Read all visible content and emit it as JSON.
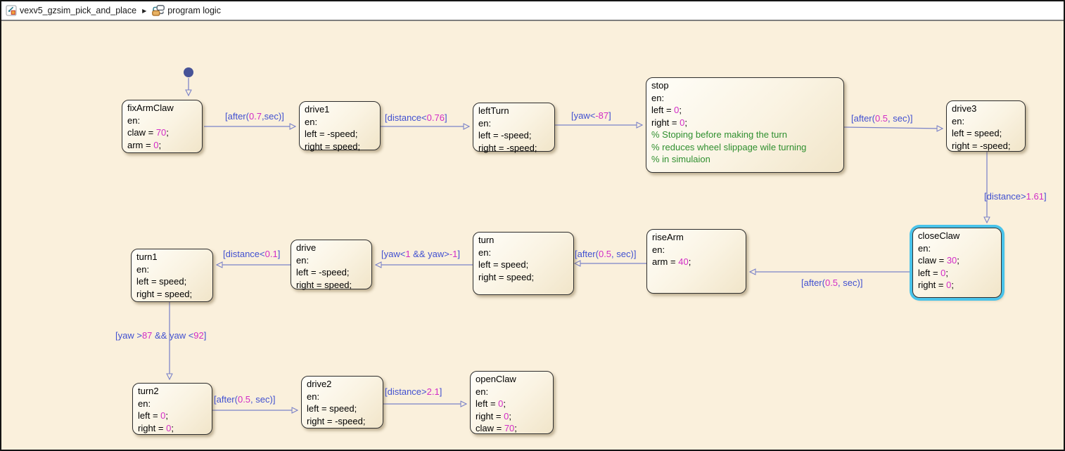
{
  "breadcrumb": {
    "model": "vexv5_gzsim_pick_and_place",
    "chart": "program logic"
  },
  "colors": {
    "canvas_background": "#faf0dc",
    "keyword_blue": "#4150d0",
    "number_magenta": "#d22cc6",
    "comment_green": "#2f8f2f",
    "transition_line": "#7a82c8",
    "selection_cyan": "#49c3ea",
    "initial_dot": "#475397"
  },
  "states": [
    {
      "id": "fixArmClaw",
      "title": "fixArmClaw",
      "selected": false,
      "lines": [
        [
          [
            "en:",
            ""
          ]
        ],
        [
          [
            "claw = ",
            ""
          ],
          [
            "70",
            "num"
          ],
          [
            ";",
            ""
          ]
        ],
        [
          [
            "arm = ",
            ""
          ],
          [
            "0",
            "num"
          ],
          [
            ";",
            ""
          ]
        ]
      ]
    },
    {
      "id": "drive1",
      "title": "drive1",
      "selected": false,
      "lines": [
        [
          [
            "en:",
            ""
          ]
        ],
        [
          [
            "left = -speed;",
            ""
          ]
        ],
        [
          [
            "right = speed;",
            ""
          ]
        ]
      ]
    },
    {
      "id": "leftTurn",
      "title": "leftTurn",
      "selected": false,
      "lines": [
        [
          [
            "en:",
            ""
          ]
        ],
        [
          [
            "left = -speed;",
            ""
          ]
        ],
        [
          [
            "right = -speed;",
            ""
          ]
        ]
      ]
    },
    {
      "id": "stop",
      "title": "stop",
      "selected": false,
      "lines": [
        [
          [
            "en:",
            ""
          ]
        ],
        [
          [
            "left = ",
            ""
          ],
          [
            "0",
            "num"
          ],
          [
            ";",
            ""
          ]
        ],
        [
          [
            "right = ",
            ""
          ],
          [
            "0",
            "num"
          ],
          [
            ";",
            ""
          ]
        ],
        [
          [
            "% Stoping before making the turn",
            "cmt"
          ]
        ],
        [
          [
            "%  reduces wheel slippage wile turning",
            "cmt"
          ]
        ],
        [
          [
            "%  in simulaion",
            "cmt"
          ]
        ]
      ]
    },
    {
      "id": "drive3",
      "title": "drive3",
      "selected": false,
      "lines": [
        [
          [
            "en:",
            ""
          ]
        ],
        [
          [
            "left = speed;",
            ""
          ]
        ],
        [
          [
            "right = -speed;",
            ""
          ]
        ]
      ]
    },
    {
      "id": "closeClaw",
      "title": "closeClaw",
      "selected": true,
      "lines": [
        [
          [
            "en:",
            ""
          ]
        ],
        [
          [
            "claw = ",
            ""
          ],
          [
            "30",
            "num"
          ],
          [
            ";",
            ""
          ]
        ],
        [
          [
            "left = ",
            ""
          ],
          [
            "0",
            "num"
          ],
          [
            ";",
            ""
          ]
        ],
        [
          [
            "right = ",
            ""
          ],
          [
            "0",
            "num"
          ],
          [
            ";",
            ""
          ]
        ]
      ]
    },
    {
      "id": "riseArm",
      "title": "riseArm",
      "selected": false,
      "lines": [
        [
          [
            "en:",
            ""
          ]
        ],
        [
          [
            "arm = ",
            ""
          ],
          [
            "40",
            "num"
          ],
          [
            ";",
            ""
          ]
        ]
      ]
    },
    {
      "id": "turn",
      "title": "turn",
      "selected": false,
      "lines": [
        [
          [
            "en:",
            ""
          ]
        ],
        [
          [
            "left = speed;",
            ""
          ]
        ],
        [
          [
            "right = speed;",
            ""
          ]
        ]
      ]
    },
    {
      "id": "drive",
      "title": "drive",
      "selected": false,
      "lines": [
        [
          [
            "en:",
            ""
          ]
        ],
        [
          [
            "left = -speed;",
            ""
          ]
        ],
        [
          [
            "right = speed;",
            ""
          ]
        ]
      ]
    },
    {
      "id": "turn1",
      "title": "turn1",
      "selected": false,
      "lines": [
        [
          [
            "en:",
            ""
          ]
        ],
        [
          [
            "left = speed;",
            ""
          ]
        ],
        [
          [
            "right = speed;",
            ""
          ]
        ]
      ]
    },
    {
      "id": "turn2",
      "title": "turn2",
      "selected": false,
      "lines": [
        [
          [
            "en:",
            ""
          ]
        ],
        [
          [
            "left = ",
            ""
          ],
          [
            "0",
            "num"
          ],
          [
            ";",
            ""
          ]
        ],
        [
          [
            "right = ",
            ""
          ],
          [
            "0",
            "num"
          ],
          [
            ";",
            ""
          ]
        ]
      ]
    },
    {
      "id": "drive2",
      "title": "drive2",
      "selected": false,
      "lines": [
        [
          [
            "en:",
            ""
          ]
        ],
        [
          [
            "left = speed;",
            ""
          ]
        ],
        [
          [
            "right = -speed;",
            ""
          ]
        ]
      ]
    },
    {
      "id": "openClaw",
      "title": "openClaw",
      "selected": false,
      "lines": [
        [
          [
            "en:",
            ""
          ]
        ],
        [
          [
            "left = ",
            ""
          ],
          [
            "0",
            "num"
          ],
          [
            ";",
            ""
          ]
        ],
        [
          [
            "right = ",
            ""
          ],
          [
            "0",
            "num"
          ],
          [
            ";",
            ""
          ]
        ],
        [
          [
            "claw = ",
            ""
          ],
          [
            "70",
            "num"
          ],
          [
            ";",
            ""
          ]
        ]
      ]
    }
  ],
  "transitions": [
    {
      "id": "init",
      "label": []
    },
    {
      "id": "fixArmClaw-drive1",
      "label": [
        [
          "[after(",
          "kw"
        ],
        [
          "0.7",
          "num"
        ],
        [
          ",sec)]",
          "kw"
        ]
      ]
    },
    {
      "id": "drive1-leftTurn",
      "label": [
        [
          "[distance<",
          "kw"
        ],
        [
          "0.76",
          "num"
        ],
        [
          "]",
          "kw"
        ]
      ]
    },
    {
      "id": "leftTurn-stop",
      "label": [
        [
          "[yaw<",
          "kw"
        ],
        [
          "-87",
          "num"
        ],
        [
          "]",
          "kw"
        ]
      ]
    },
    {
      "id": "stop-drive3",
      "label": [
        [
          "[after(",
          "kw"
        ],
        [
          "0.5",
          "num"
        ],
        [
          ", sec)]",
          "kw"
        ]
      ]
    },
    {
      "id": "drive3-closeClaw",
      "label": [
        [
          "[distance>",
          "kw"
        ],
        [
          "1.61",
          "num"
        ],
        [
          "]",
          "kw"
        ]
      ]
    },
    {
      "id": "closeClaw-riseArm",
      "label": [
        [
          "[after(",
          "kw"
        ],
        [
          "0.5",
          "num"
        ],
        [
          ", sec)]",
          "kw"
        ]
      ]
    },
    {
      "id": "riseArm-turn",
      "label": [
        [
          "[after(",
          "kw"
        ],
        [
          "0.5",
          "num"
        ],
        [
          ", sec)]",
          "kw"
        ]
      ]
    },
    {
      "id": "turn-drive",
      "label": [
        [
          "[yaw<",
          "kw"
        ],
        [
          "1",
          "num"
        ],
        [
          " && yaw>",
          "kw"
        ],
        [
          "-1",
          "num"
        ],
        [
          "]",
          "kw"
        ]
      ]
    },
    {
      "id": "drive-turn1",
      "label": [
        [
          "[distance<",
          "kw"
        ],
        [
          "0.1",
          "num"
        ],
        [
          "]",
          "kw"
        ]
      ]
    },
    {
      "id": "turn1-turn2",
      "label": [
        [
          "[yaw >",
          "kw"
        ],
        [
          "87",
          "num"
        ],
        [
          " && yaw <",
          "kw"
        ],
        [
          "92",
          "num"
        ],
        [
          "]",
          "kw"
        ]
      ]
    },
    {
      "id": "turn2-drive2",
      "label": [
        [
          "[after(",
          "kw"
        ],
        [
          "0.5",
          "num"
        ],
        [
          ", sec)]",
          "kw"
        ]
      ]
    },
    {
      "id": "drive2-openClaw",
      "label": [
        [
          "[distance>",
          "kw"
        ],
        [
          "2.1",
          "num"
        ],
        [
          "]",
          "kw"
        ]
      ]
    }
  ]
}
